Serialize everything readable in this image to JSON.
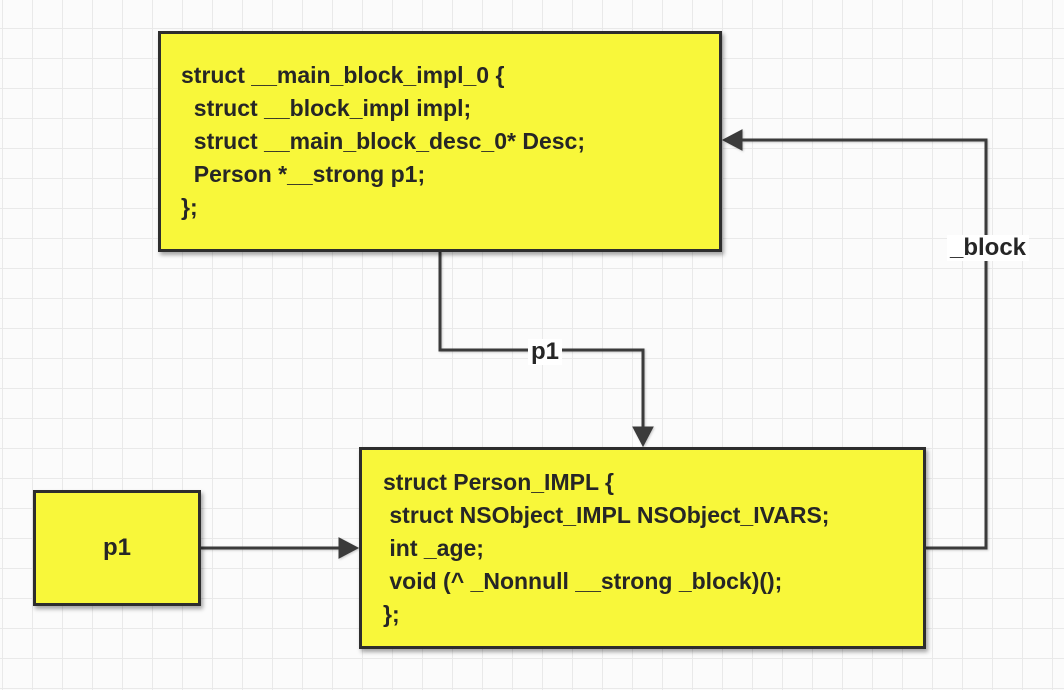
{
  "nodes": {
    "main_block_impl": {
      "code_lines": [
        "struct __main_block_impl_0 {",
        "  struct __block_impl impl;",
        "  struct __main_block_desc_0* Desc;",
        "  Person *__strong p1;",
        "};"
      ]
    },
    "person_impl": {
      "code_lines": [
        "struct Person_IMPL {",
        " struct NSObject_IMPL NSObject_IVARS;",
        " int _age;",
        " void (^ _Nonnull __strong _block)();",
        "};"
      ]
    },
    "p1_var": {
      "label": "p1"
    }
  },
  "edges": {
    "p1_member": {
      "label": "p1"
    },
    "block_member": {
      "label": "_block"
    }
  },
  "colors": {
    "node_fill": "#f8f73a",
    "node_border": "#2d2d2d",
    "edge_stroke": "#3b3b3b",
    "text": "#262626",
    "grid_line": "#e9e9e9",
    "canvas_bg": "#fbfbfb",
    "label_bg": "#ffffff"
  }
}
